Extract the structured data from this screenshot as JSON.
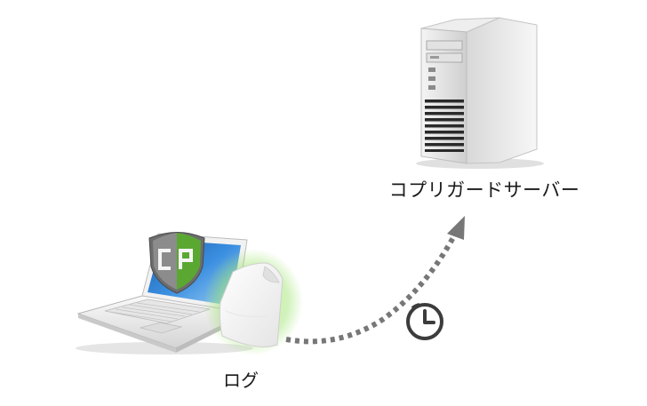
{
  "nodes": {
    "server": {
      "label": "コプリガードサーバー",
      "icon": "server-tower-icon"
    },
    "client": {
      "icon": "laptop-icon",
      "badge_text": "CP",
      "badge_icon": "cp-shield-logo-icon"
    },
    "log": {
      "label": "ログ",
      "icon": "document-icon",
      "glow_color": "#9be36a"
    }
  },
  "connector": {
    "style": "dotted-curve-arrow",
    "color": "#777777",
    "from": "log",
    "to": "server",
    "timer_icon": "clock-icon"
  },
  "colors": {
    "shield_green": "#5aa832",
    "shield_gray": "#8c8c8c",
    "screen_blue": "#2f7fd0",
    "arrow_gray": "#777777"
  }
}
